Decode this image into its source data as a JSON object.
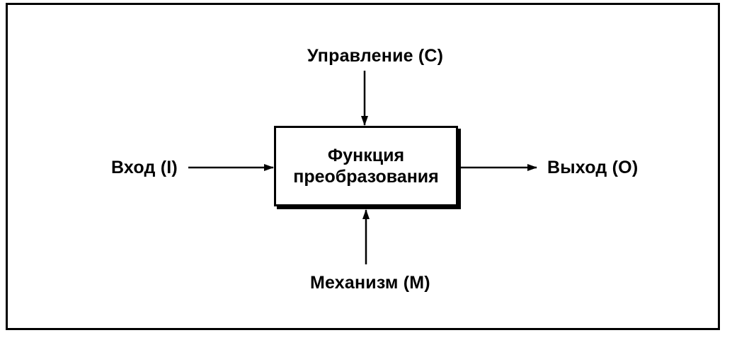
{
  "diagram": {
    "control_label": "Управление (С)",
    "input_label": "Вход (I)",
    "output_label": "Выход (О)",
    "mechanism_label": "Механизм (М)",
    "function_box": {
      "line1": "Функция",
      "line2": "преобразования"
    }
  }
}
